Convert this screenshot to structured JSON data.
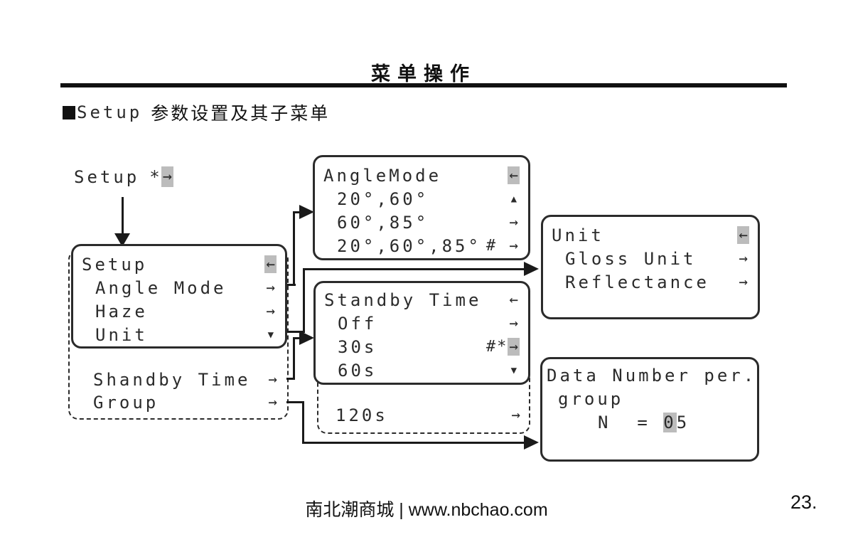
{
  "header": {
    "title": "菜单操作"
  },
  "section": {
    "name": "Setup",
    "desc": "参数设置及其子菜单"
  },
  "root": {
    "label": "Setup",
    "star": "*",
    "arrow": "→"
  },
  "menus": {
    "setup": {
      "rows": [
        {
          "label": "Setup",
          "pre": "",
          "arrow": "←"
        },
        {
          "label": "Angle Mode",
          "pre": "",
          "arrow": "→"
        },
        {
          "label": "Haze",
          "pre": "",
          "arrow": "→"
        },
        {
          "label": "Unit",
          "pre": "",
          "arrow": "▼"
        },
        {
          "label": "Shandby Time",
          "pre": "",
          "arrow": "→"
        },
        {
          "label": "Group",
          "pre": "",
          "arrow": "→"
        }
      ]
    },
    "angle_mode": {
      "rows": [
        {
          "label": "AngleMode",
          "pre": "",
          "arrow": "←"
        },
        {
          "label": "20°,60°",
          "pre": "",
          "arrow": "▲"
        },
        {
          "label": "60°,85°",
          "pre": "",
          "arrow": "→"
        },
        {
          "label": "20°,60°,85°",
          "pre": "# ",
          "arrow": "→"
        }
      ]
    },
    "standby": {
      "rows": [
        {
          "label": "Standby Time",
          "pre": "",
          "arrow": "←"
        },
        {
          "label": "Off",
          "pre": "",
          "arrow": "→"
        },
        {
          "label": "30s",
          "pre": "#*",
          "arrow": "→"
        },
        {
          "label": "60s",
          "pre": "",
          "arrow": "▼"
        },
        {
          "label": "120s",
          "pre": "",
          "arrow": "→"
        }
      ]
    },
    "unit": {
      "rows": [
        {
          "label": "Unit",
          "pre": "",
          "arrow": "←"
        },
        {
          "label": "Gloss Unit",
          "pre": "",
          "arrow": "→"
        },
        {
          "label": "Reflectance",
          "pre": "",
          "arrow": "→"
        }
      ]
    },
    "data_number": {
      "line1": "Data Number per.",
      "line2": "group",
      "n_prefix": "N  = ",
      "n_hl": "0",
      "n_rest": "5"
    }
  },
  "footer": {
    "site": "南北潮商城 | www.nbchao.com",
    "page": "23."
  }
}
